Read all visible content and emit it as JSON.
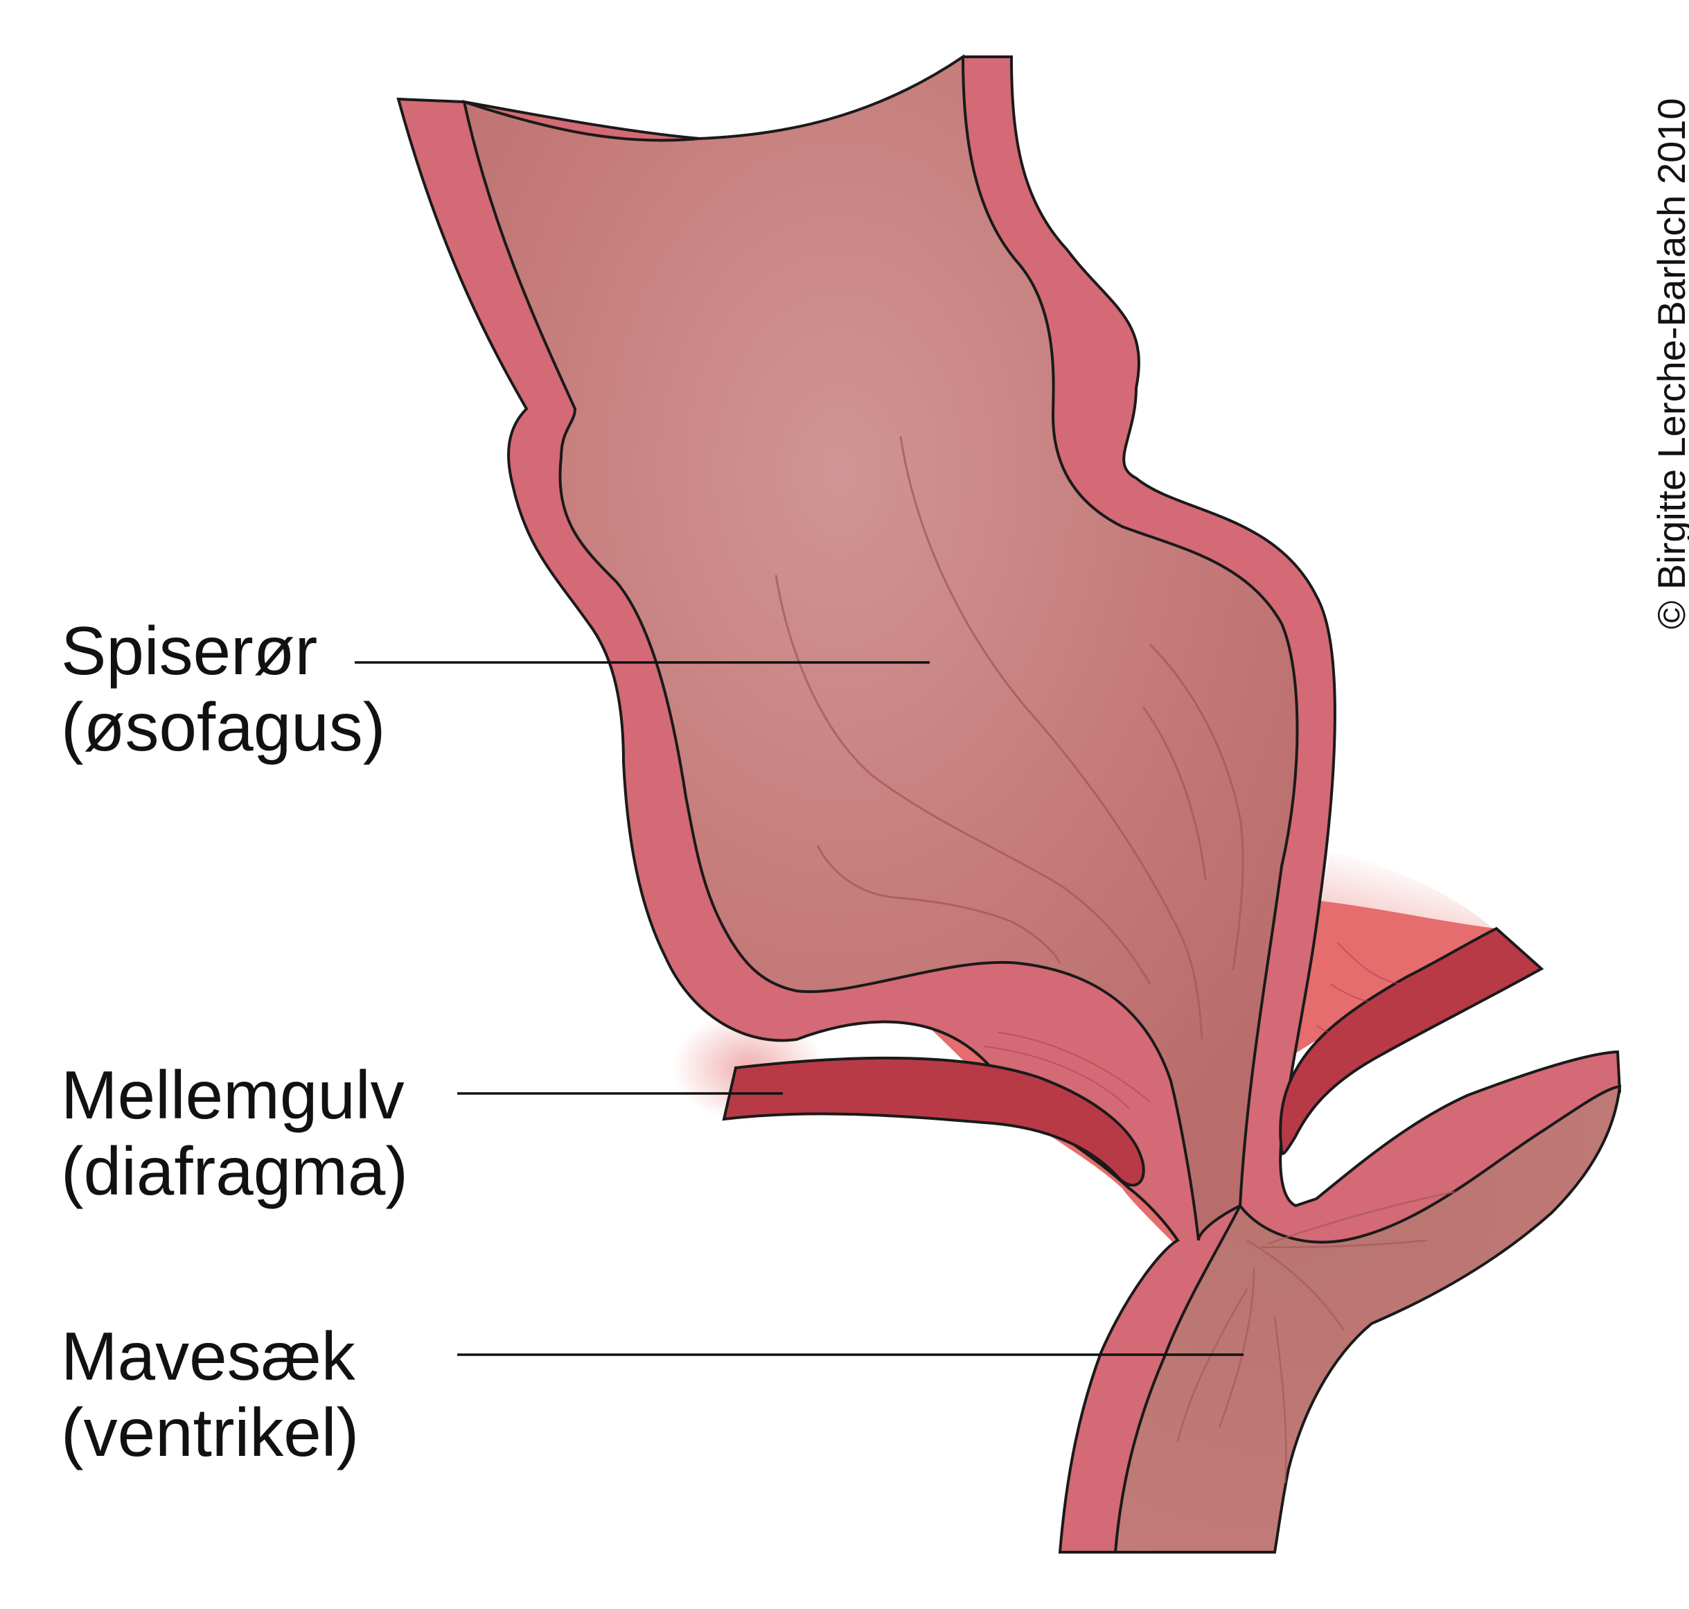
{
  "labels": {
    "esophagus": {
      "line1": "Spiserør",
      "line2": "(øsofagus)"
    },
    "diaphragm": {
      "line1": "Mellemgulv",
      "line2": "(diafragma)"
    },
    "stomach": {
      "line1": "Mavesæk",
      "line2": "(ventrikel)"
    }
  },
  "copyright": "© Birgitte Lerche-Barlach 2010",
  "colors": {
    "wall": "#d46a75",
    "lumen": "#c47a78",
    "lumen_light": "#d09594",
    "muscle_dark": "#b93a47",
    "muscle_light": "#e56d6d",
    "outline": "#1a1a1a"
  }
}
